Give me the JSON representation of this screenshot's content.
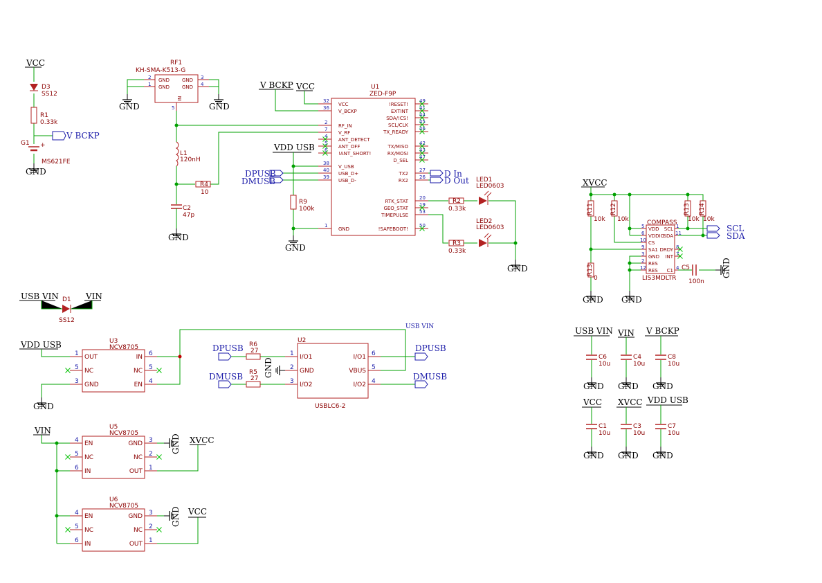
{
  "colors": {
    "wire": "#00a000",
    "component": "#b22222",
    "text": "#8b0000",
    "pin_number": "#1a1aa8",
    "net_label": "#1a1aa8",
    "power": "#000000",
    "no_connect": "#00c000"
  },
  "d3": {
    "power": "VCC",
    "ref": "D3",
    "value": "SS12"
  },
  "r1": {
    "ref": "R1",
    "value": "0.33k"
  },
  "g1": {
    "ref": "G1",
    "value": "MS621FE",
    "plus": "+",
    "net": "V BCKP",
    "ground": "GND"
  },
  "rf1": {
    "ref": "RF1",
    "value": "KH-SMA-K513-G",
    "pins": {
      "p2": "2",
      "p1": "1",
      "p3": "3",
      "p4": "4",
      "p5": "5"
    },
    "pin_names": {
      "gnd": "GND",
      "in": "IN"
    },
    "ground": "GND"
  },
  "l1": {
    "ref": "L1",
    "value": "120nH"
  },
  "r4": {
    "ref": "R4",
    "value": "10"
  },
  "c2": {
    "ref": "C2",
    "value": "47p",
    "ground": "GND"
  },
  "u1": {
    "ref": "U1",
    "value": "ZED-F9P",
    "power_bckp": "V BCKP",
    "power_vcc": "VCC",
    "power_vdd": "VDD USB",
    "ground": "GND",
    "left_pins": [
      {
        "num": "32",
        "name": "VCC"
      },
      {
        "num": "36",
        "name": "V_BCKP"
      },
      {
        "num": "2",
        "name": "RF_IN"
      },
      {
        "num": "7",
        "name": "V_RF"
      },
      {
        "num": "4",
        "name": "ANT_DETECT"
      },
      {
        "num": "5",
        "name": "ANT_OFF"
      },
      {
        "num": "6",
        "name": "!ANT_SHORT!"
      },
      {
        "num": "38",
        "name": "V_USB"
      },
      {
        "num": "40",
        "name": "USB_D+"
      },
      {
        "num": "39",
        "name": "USB_D-"
      },
      {
        "num": "1",
        "name": "GND"
      }
    ],
    "right_pins": [
      {
        "num": "49",
        "name": "!RESET!"
      },
      {
        "num": "41",
        "name": "EXTINT"
      },
      {
        "num": "44",
        "name": "SDA/!CS!"
      },
      {
        "num": "45",
        "name": "SCL/CLK"
      },
      {
        "num": "46",
        "name": "TX_READY"
      },
      {
        "num": "42",
        "name": "TX/MISO"
      },
      {
        "num": "43",
        "name": "RX/MOSI"
      },
      {
        "num": "47",
        "name": "D_SEL"
      },
      {
        "num": "27",
        "name": "TX2"
      },
      {
        "num": "26",
        "name": "RX2"
      },
      {
        "num": "20",
        "name": "RTK_STAT"
      },
      {
        "num": "19",
        "name": "GEO_STAT"
      },
      {
        "num": "53",
        "name": "TIMEPULSE"
      },
      {
        "num": "50",
        "name": "!SAFEBOOT!"
      }
    ],
    "net_dpusb": "DPUSB",
    "net_dmusb": "DMUSB",
    "net_din": "D In",
    "net_dout": "D Out"
  },
  "r9": {
    "ref": "R9",
    "value": "100k"
  },
  "r2": {
    "ref": "R2",
    "value": "0.33k"
  },
  "r3": {
    "ref": "R3",
    "value": "0.33k"
  },
  "led1": {
    "ref": "LED1",
    "value": "LED0603"
  },
  "led2": {
    "ref": "LED2",
    "value": "LED0603"
  },
  "led_ground": "GND",
  "compass": {
    "power": "XVCC",
    "ground": "GND",
    "ref": "COMPASS",
    "value": "LIS3MDLTR",
    "left_pins": [
      {
        "num": "5",
        "name": "VDD"
      },
      {
        "num": "6",
        "name": "VDDIO"
      },
      {
        "num": "10",
        "name": "CS"
      },
      {
        "num": "9",
        "name": "SA1"
      },
      {
        "num": "3",
        "name": "GND"
      },
      {
        "num": "2",
        "name": "RES"
      },
      {
        "num": "12",
        "name": "RES"
      }
    ],
    "right_pins": [
      {
        "num": "1",
        "name": "SCL"
      },
      {
        "num": "11",
        "name": "SDA"
      },
      {
        "num": "8",
        "name": "DRDY"
      },
      {
        "num": "7",
        "name": "INT"
      },
      {
        "num": "4",
        "name": "C1"
      }
    ],
    "r11": {
      "ref": "R11",
      "value": "10k"
    },
    "r12": {
      "ref": "R12",
      "value": "10k"
    },
    "r13a": {
      "ref": "R13",
      "value": "10k"
    },
    "r14": {
      "ref": "R14",
      "value": "10k"
    },
    "r13b": {
      "ref": "R13",
      "value": "0"
    },
    "c5": {
      "ref": "C5",
      "value": "100n"
    },
    "net_scl": "SCL",
    "net_sda": "SDA"
  },
  "d1": {
    "left": "USB VIN",
    "right": "VIN",
    "ref": "D1",
    "value": "SS12"
  },
  "u3": {
    "ref": "U3",
    "value": "NCV8705",
    "power": "VDD USB",
    "ground": "GND",
    "net": "USB VIN",
    "pins": [
      {
        "num": "1",
        "name": "OUT"
      },
      {
        "num": "5",
        "name": "NC"
      },
      {
        "num": "3",
        "name": "GND"
      },
      {
        "num": "6",
        "name": "IN"
      },
      {
        "num": "5",
        "name": "NC"
      },
      {
        "num": "4",
        "name": "EN"
      }
    ]
  },
  "u2": {
    "ref": "U2",
    "value": "USBLC6-2",
    "ground": "GND",
    "r6": {
      "ref": "R6",
      "value": "27"
    },
    "r5": {
      "ref": "R5",
      "value": "27"
    },
    "in_dp": "DPUSB",
    "in_dm": "DMUSB",
    "out_dp": "DPUSB",
    "out_dm": "DMUSB",
    "pins": [
      {
        "num": "1",
        "name": "I/O1"
      },
      {
        "num": "2",
        "name": "GND"
      },
      {
        "num": "3",
        "name": "I/O2"
      },
      {
        "num": "6",
        "name": "I/O1"
      },
      {
        "num": "5",
        "name": "VBUS"
      },
      {
        "num": "4",
        "name": "I/O2"
      }
    ]
  },
  "u5": {
    "ref": "U5",
    "value": "NCV8705",
    "power_in": "VIN",
    "power_out": "XVCC",
    "ground": "GND",
    "pins": [
      {
        "num": "4",
        "name": "EN"
      },
      {
        "num": "5",
        "name": "NC"
      },
      {
        "num": "6",
        "name": "IN"
      },
      {
        "num": "3",
        "name": "GND"
      },
      {
        "num": "2",
        "name": "NC"
      },
      {
        "num": "1",
        "name": "OUT"
      }
    ]
  },
  "u6": {
    "ref": "U6",
    "value": "NCV8705",
    "power_out": "VCC",
    "ground": "GND",
    "pins": [
      {
        "num": "4",
        "name": "EN"
      },
      {
        "num": "5",
        "name": "NC"
      },
      {
        "num": "6",
        "name": "IN"
      },
      {
        "num": "3",
        "name": "GND"
      },
      {
        "num": "2",
        "name": "NC"
      },
      {
        "num": "1",
        "name": "OUT"
      }
    ]
  },
  "caps": [
    {
      "power": "USB VIN",
      "ref": "C6",
      "value": "10u",
      "ground": "GND"
    },
    {
      "power": "VIN",
      "ref": "C4",
      "value": "10u",
      "ground": "GND"
    },
    {
      "power": "V BCKP",
      "ref": "C8",
      "value": "10u",
      "ground": "GND"
    },
    {
      "power": "VCC",
      "ref": "C1",
      "value": "10u",
      "ground": "GND"
    },
    {
      "power": "XVCC",
      "ref": "C3",
      "value": "10u",
      "ground": "GND"
    },
    {
      "power": "VDD USB",
      "ref": "C7",
      "value": "10u",
      "ground": "GND"
    }
  ]
}
